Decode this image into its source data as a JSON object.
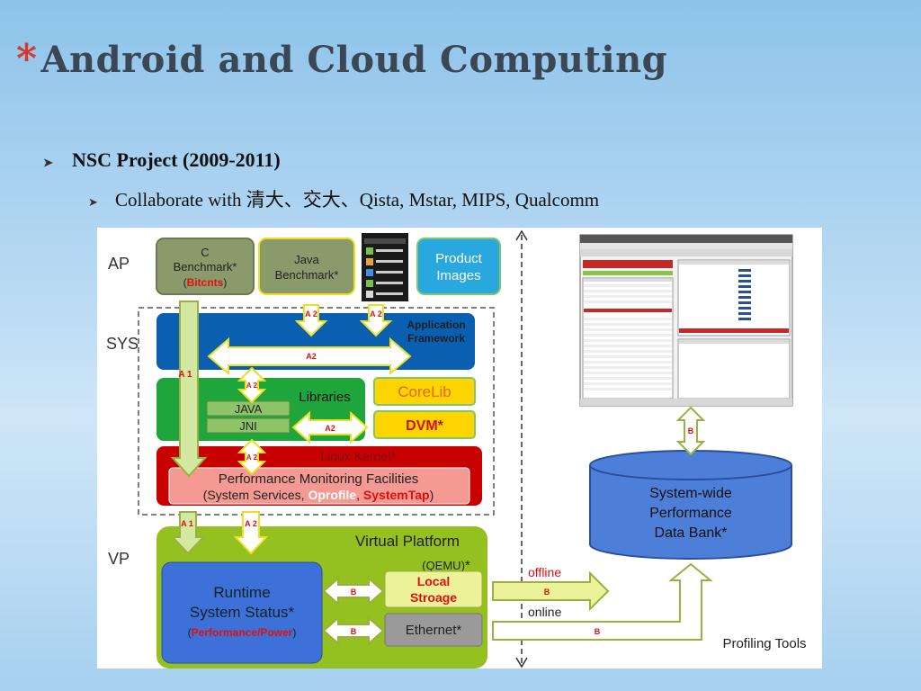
{
  "slide": {
    "title_star": "*",
    "title": "Android and Cloud Computing",
    "bullet1": "NSC Project (2009-2011)",
    "bullet2": "Collaborate with 清大、交大、Qista, Mstar, MIPS, Qualcomm"
  },
  "diagram": {
    "layer_ap": "AP",
    "layer_sys": "SYS",
    "layer_vp": "VP",
    "c_bench_line1": "C",
    "c_bench_line2": "Benchmark*",
    "c_bench_line3": "Bitcnts",
    "java_bench_line1": "Java",
    "java_bench_line2": "Benchmark*",
    "product_images_line1": "Product",
    "product_images_line2": "Images",
    "app_framework_line1": "Application",
    "app_framework_line2": "Framework",
    "libraries": "Libraries",
    "java": "JAVA",
    "jni": "JNI",
    "corelib": "CoreLib",
    "dvm": "DVM*",
    "linux_kernel": "Linux Kernel*",
    "pmf_line1": "Performance Monitoring Facilities",
    "pmf_line2_prefix": "(System Services, ",
    "pmf_oprofile": "Oprofile",
    "pmf_sep": ", ",
    "pmf_systemtap": "SystemTap",
    "pmf_suffix": ")",
    "virtual_platform": "Virtual Platform",
    "qemu": "(QEMU)",
    "qemu_star": "*",
    "runtime_line1": "Runtime",
    "runtime_line2": "System Status*",
    "runtime_line3": "Performance/Power",
    "local_storage_line1": "Local",
    "local_storage_line2": "Stroage",
    "ethernet": "Ethernet*",
    "data_bank_line1": "System-wide",
    "data_bank_line2": "Performance",
    "data_bank_line3": "Data Bank*",
    "offline": "offline",
    "online": "online",
    "profiling_tools": "Profiling Tools",
    "label_a2": "A 2",
    "label_a1": "A 1",
    "label_a2_inline": "A2",
    "label_b": "B",
    "paren_open": "(",
    "paren_close": ")"
  }
}
